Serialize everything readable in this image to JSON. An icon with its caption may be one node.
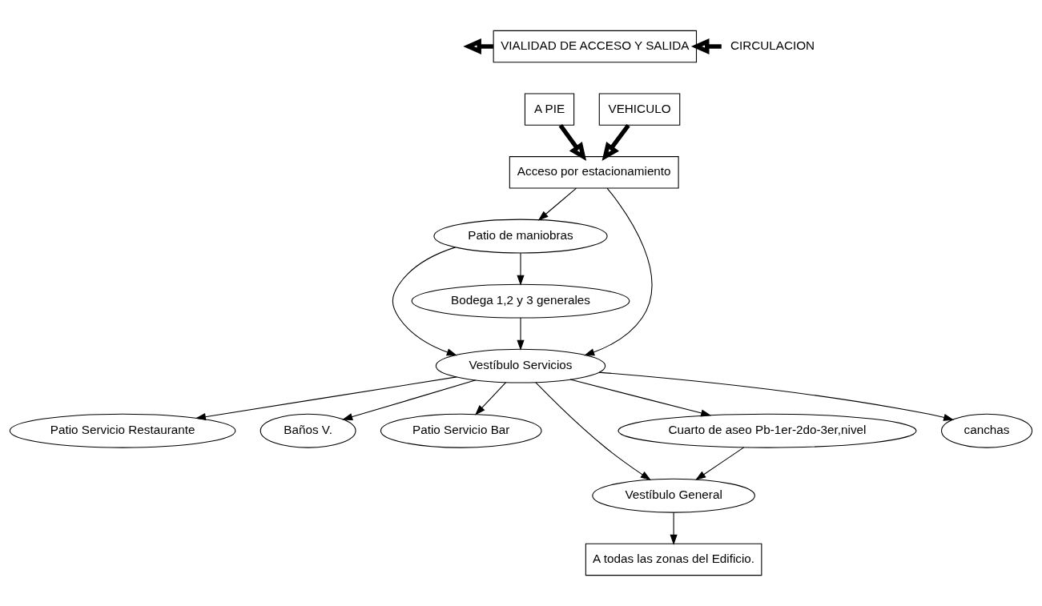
{
  "diagram": {
    "nodes": [
      {
        "text": [
          "VIALIDAD DE ACCESO Y SALIDA"
        ]
      },
      {
        "text": [
          "CIRCULACION"
        ]
      },
      {
        "text": [
          "A PIE"
        ]
      },
      {
        "text": [
          "VEHICULO"
        ]
      },
      {
        "text": [
          "Acceso por estacionamiento"
        ]
      },
      {
        "text": [
          "Patio Servicio Restaurante"
        ]
      },
      {
        "text": [
          "Patio de maniobras"
        ]
      },
      {
        "text": [
          "Vestíbulo Servicios"
        ]
      },
      {
        "text": [
          "Baños V."
        ]
      },
      {
        "text": [
          "Bodega 1,2 y 3 generales"
        ]
      },
      {
        "text": [
          "Patio Servicio Bar"
        ]
      },
      {
        "text": [
          "Vestíbulo General"
        ]
      },
      {
        "text": [
          "A todas las zonas del Edificio."
        ]
      },
      {
        "text": [
          "Cuarto de aseo Pb-1er-2do-3er,nivel"
        ]
      },
      {
        "text": [
          "canchas"
        ]
      }
    ],
    "edges": [
      {
        "from": 1,
        "to": 0,
        "arrow": "to",
        "style": "thick"
      },
      {
        "from": 0,
        "to": null,
        "arrow": "to",
        "style": "thick"
      },
      {
        "from": 2,
        "to": 4,
        "arrow": "to",
        "style": "thick"
      },
      {
        "from": 3,
        "to": 4,
        "arrow": "to",
        "style": "thick"
      },
      {
        "from": 4,
        "to": 7,
        "arrow": "to"
      },
      {
        "from": 4,
        "to": 6,
        "arrow": "to"
      },
      {
        "from": 7,
        "to": 5,
        "arrow": "to"
      },
      {
        "from": 6,
        "to": 7,
        "arrow": "to"
      },
      {
        "from": 6,
        "to": 9,
        "arrow": "to"
      },
      {
        "from": 7,
        "to": 8,
        "arrow": "to"
      },
      {
        "from": 9,
        "to": 7,
        "arrow": "to"
      },
      {
        "from": 7,
        "to": 10,
        "arrow": "to"
      },
      {
        "from": 7,
        "to": 13,
        "arrow": "to"
      },
      {
        "from": 7,
        "to": 11,
        "arrow": "to"
      },
      {
        "from": 7,
        "to": 14,
        "arrow": "to"
      },
      {
        "from": 13,
        "to": 11,
        "arrow": "to"
      },
      {
        "from": 11,
        "to": 12,
        "arrow": "to"
      }
    ]
  }
}
